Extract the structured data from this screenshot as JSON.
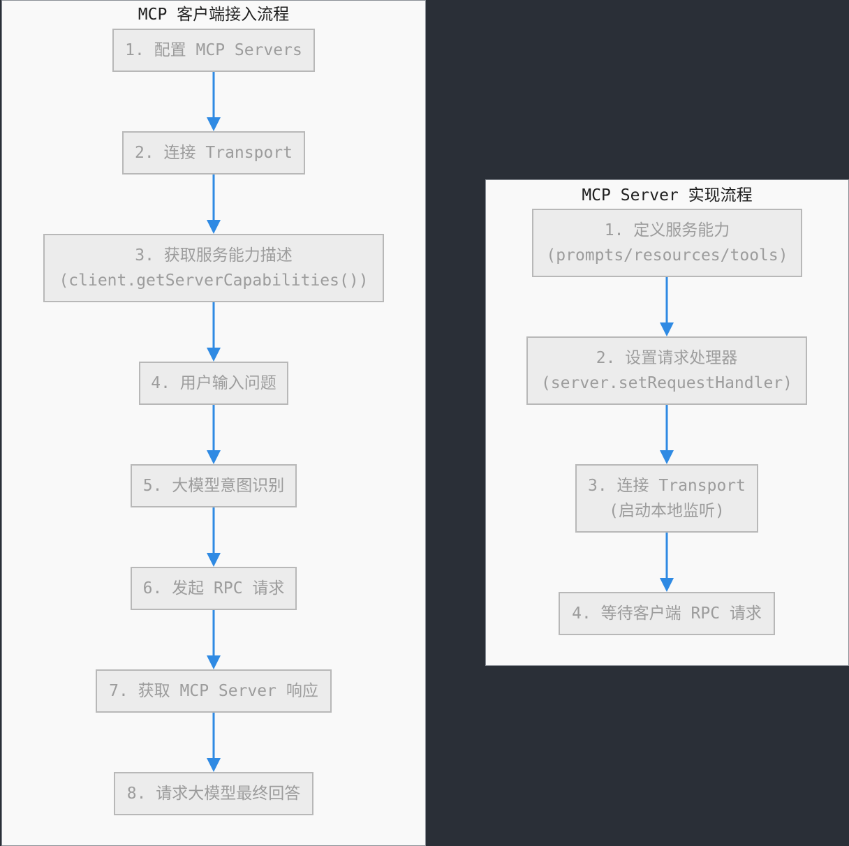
{
  "client": {
    "title": "MCP 客户端接入流程",
    "steps": [
      {
        "line1": "1. 配置 MCP Servers",
        "line2": ""
      },
      {
        "line1": "2. 连接 Transport",
        "line2": ""
      },
      {
        "line1": "3. 获取服务能力描述",
        "line2": "(client.getServerCapabilities())"
      },
      {
        "line1": "4. 用户输入问题",
        "line2": ""
      },
      {
        "line1": "5. 大模型意图识别",
        "line2": ""
      },
      {
        "line1": "6. 发起 RPC 请求",
        "line2": ""
      },
      {
        "line1": "7. 获取 MCP Server 响应",
        "line2": ""
      },
      {
        "line1": "8. 请求大模型最终回答",
        "line2": ""
      }
    ]
  },
  "server": {
    "title": "MCP Server 实现流程",
    "steps": [
      {
        "line1": "1. 定义服务能力",
        "line2": "(prompts/resources/tools)"
      },
      {
        "line1": "2. 设置请求处理器",
        "line2": "(server.setRequestHandler)"
      },
      {
        "line1": "3. 连接 Transport",
        "line2": "(启动本地监听)"
      },
      {
        "line1": "4. 等待客户端 RPC 请求",
        "line2": ""
      }
    ]
  },
  "colors": {
    "background": "#2a2f37",
    "cluster_fill": "#f9f9f9",
    "node_fill": "#ececec",
    "node_border": "#b8b8b8",
    "node_text": "#9c9c9c",
    "arrow": "#2f8ae3"
  }
}
